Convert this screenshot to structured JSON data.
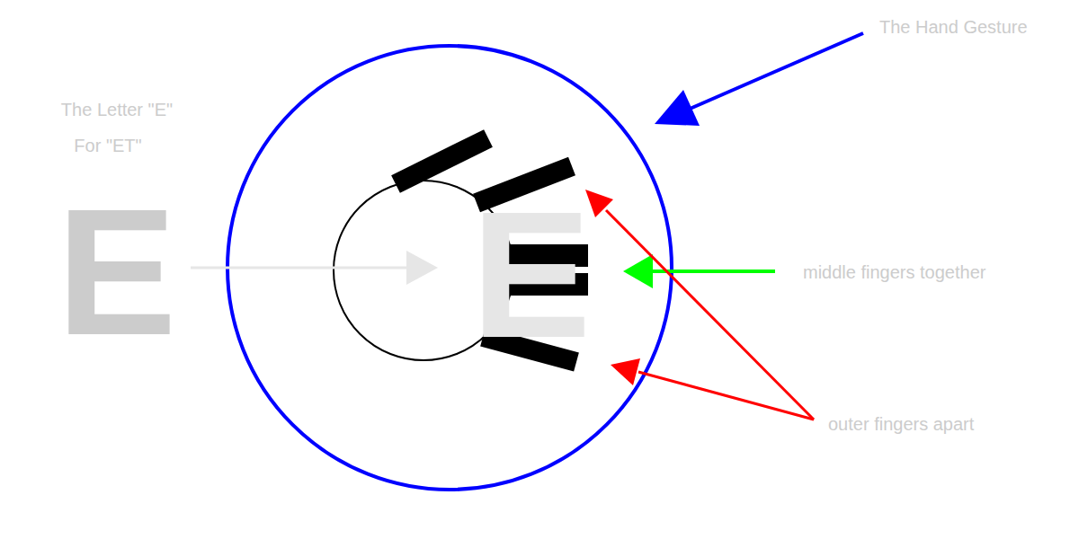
{
  "diagram": {
    "labels": [
      "The Hand Gesture",
      "The Letter \"E\"",
      "For \"ET\"",
      "E",
      "E",
      "middle fingers together",
      "outer fingers apart"
    ]
  }
}
